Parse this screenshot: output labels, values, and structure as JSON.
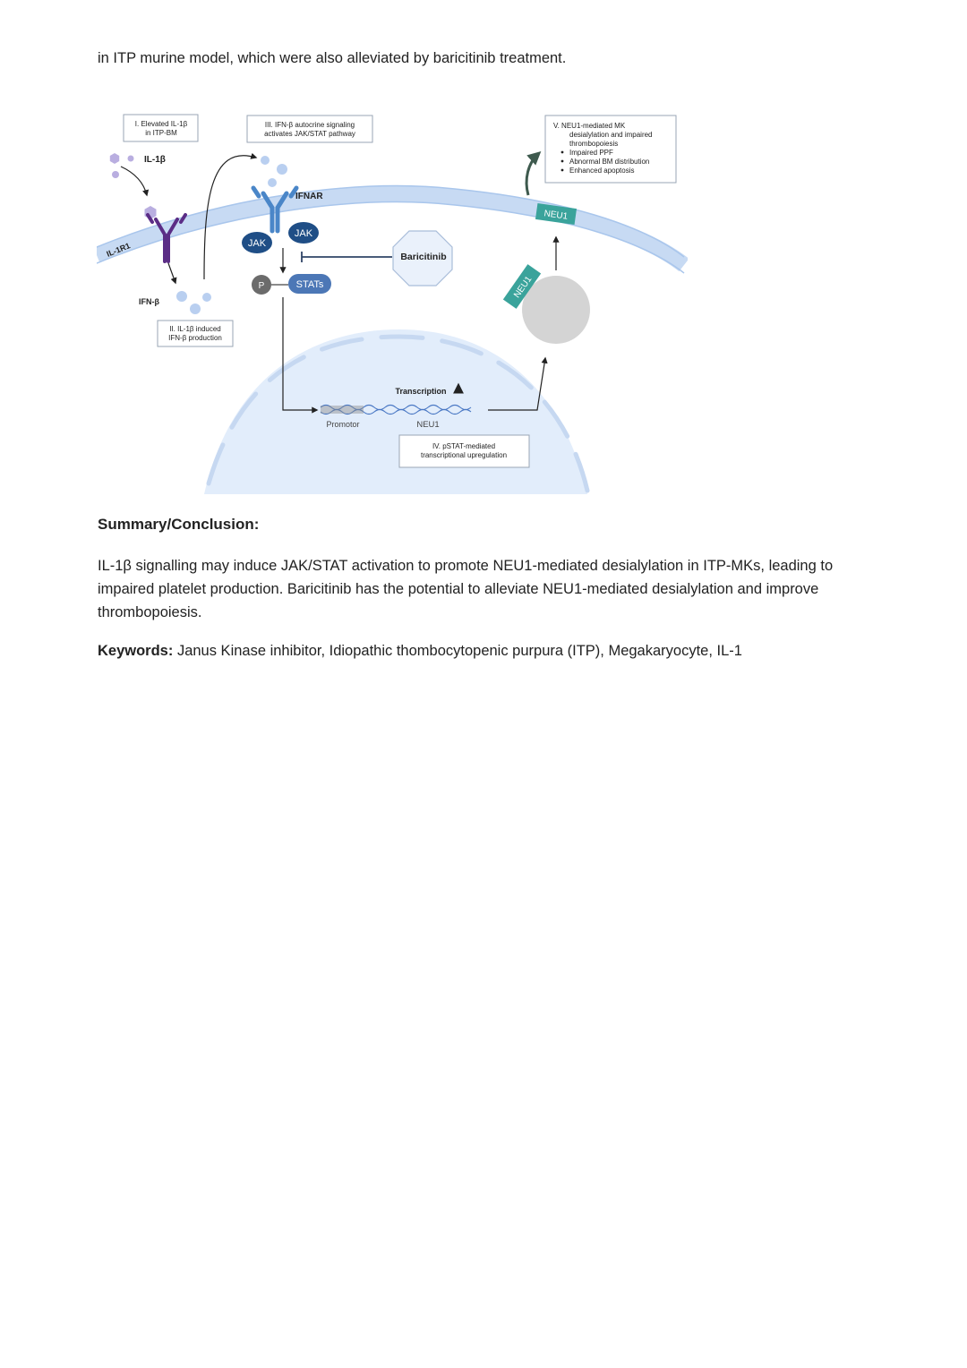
{
  "intro_text": "in ITP murine model, which were also alleviated by baricitinib treatment.",
  "figure": {
    "step1": [
      "I. Elevated IL-1β",
      "in ITP-BM"
    ],
    "step2": [
      "II. IL-1β induced",
      "IFN-β production"
    ],
    "step3": [
      "III. IFN-β autocrine signaling",
      "activates JAK/STAT pathway"
    ],
    "step4": [
      "IV. pSTAT-mediated",
      "transcriptional upregulation"
    ],
    "step5": {
      "title": "V.  NEU1-mediated MK",
      "lines": [
        "desialylation and impaired",
        "thrombopoiesis"
      ],
      "bullets": [
        "Impaired PPF",
        "Abnormal BM distribution",
        "Enhanced apoptosis"
      ]
    },
    "labels": {
      "il1b": "IL-1β",
      "il1r1": "IL-1R1",
      "ifnb": "IFN-β",
      "ifnar": "IFNAR",
      "jak": "JAK",
      "p": "P",
      "stats": "STATs",
      "baricitinib": "Baricitinib",
      "neu1": "NEU1",
      "transcription": "Transcription",
      "promotor": "Promotor"
    },
    "colors": {
      "membrane": "#c7daf3",
      "nucleus": "#e2edfb",
      "receptor_blue": "#4a86c8",
      "receptor_purple": "#5b2d86",
      "jak_navy": "#1f4e86",
      "stats_blue": "#4c77b6",
      "neu1_teal": "#3aa39b"
    }
  },
  "summary": {
    "heading": "Summary/Conclusion:",
    "body": "IL-1β signalling may induce JAK/STAT activation to promote NEU1-mediated desialylation in ITP-MKs, leading to impaired platelet production. Baricitinib has the potential to alleviate NEU1-mediated desialylation and improve thrombopoiesis."
  },
  "keywords": {
    "label": "Keywords:",
    "text": " Janus Kinase inhibitor, Idiopathic thombocytopenic purpura (ITP), Megakaryocyte, IL-1"
  }
}
